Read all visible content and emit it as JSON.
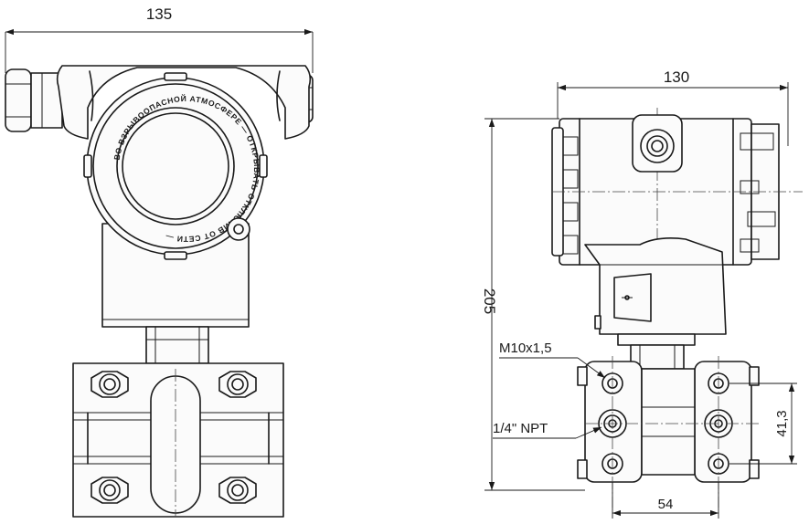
{
  "front_view": {
    "width_dim": "135",
    "ring_text": "ВО ВЗРЫВООПАСНОЙ АТМОСФЕРЕ — ОТКРЫВАТЬ ОТКЛЮЧИВ ОТ СЕТИ —"
  },
  "side_view": {
    "width_dim": "130",
    "height_dim": "205",
    "thread_label": "M10x1,5",
    "port_label": "1/4\" NPT",
    "flange_vertical_dim": "41,3",
    "flange_horizontal_dim": "54"
  }
}
